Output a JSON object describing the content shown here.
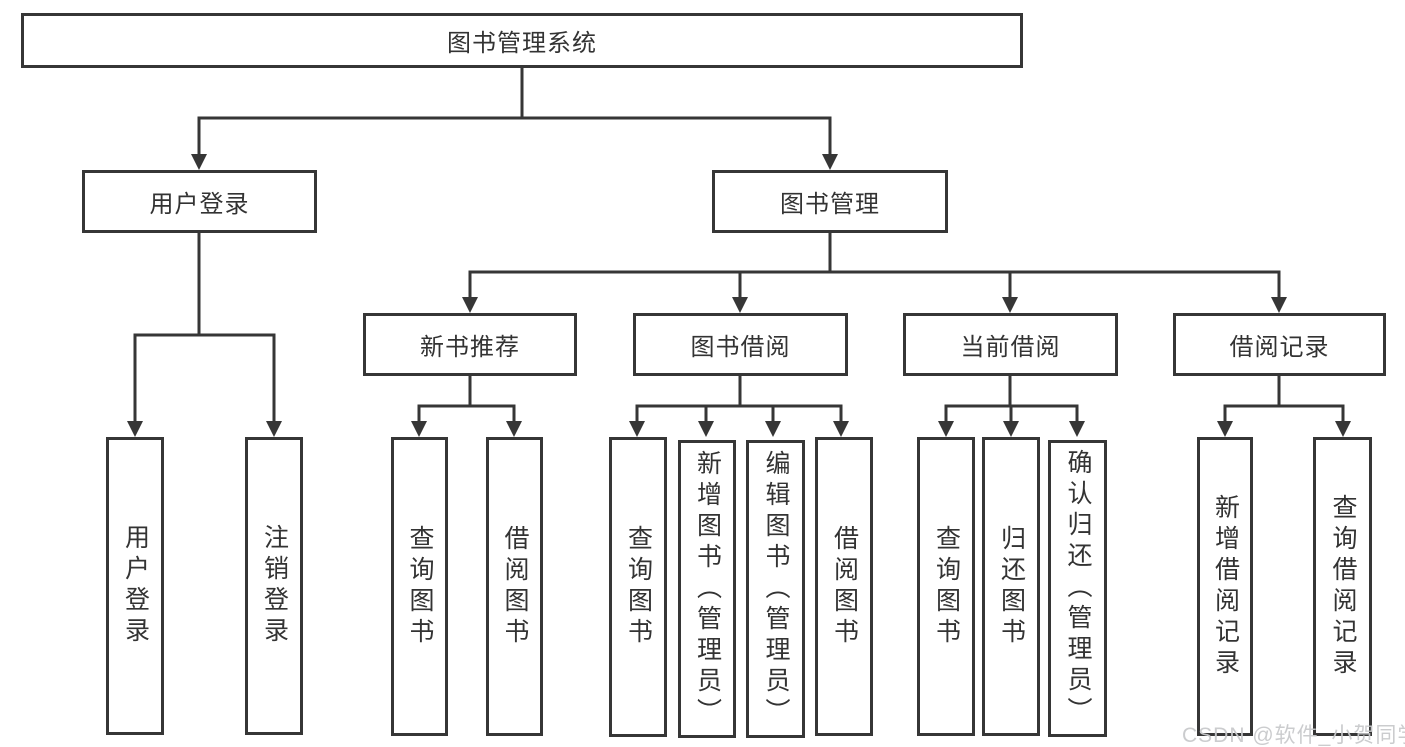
{
  "diagram_title": "图书管理系统",
  "tree": {
    "label": "图书管理系统",
    "children": [
      {
        "label": "用户登录",
        "children": [
          {
            "label": "用户登录"
          },
          {
            "label": "注销登录"
          }
        ]
      },
      {
        "label": "图书管理",
        "children": [
          {
            "label": "新书推荐",
            "children": [
              {
                "label": "查询图书"
              },
              {
                "label": "借阅图书"
              }
            ]
          },
          {
            "label": "图书借阅",
            "children": [
              {
                "label": "查询图书"
              },
              {
                "label": "新增图书（管理员）"
              },
              {
                "label": "编辑图书（管理员）"
              },
              {
                "label": "借阅图书"
              }
            ]
          },
          {
            "label": "当前借阅",
            "children": [
              {
                "label": "查询图书"
              },
              {
                "label": "归还图书"
              },
              {
                "label": "确认归还（管理员）"
              }
            ]
          },
          {
            "label": "借阅记录",
            "children": [
              {
                "label": "新增借阅记录"
              },
              {
                "label": "查询借阅记录"
              }
            ]
          }
        ]
      }
    ]
  },
  "watermark": "CSDN @软件_小贺同学",
  "colors": {
    "line": "#363636",
    "text": "#333333",
    "box_background": "#ffffff",
    "page_background": "#ffffff",
    "watermark": "#c8c9cb"
  }
}
